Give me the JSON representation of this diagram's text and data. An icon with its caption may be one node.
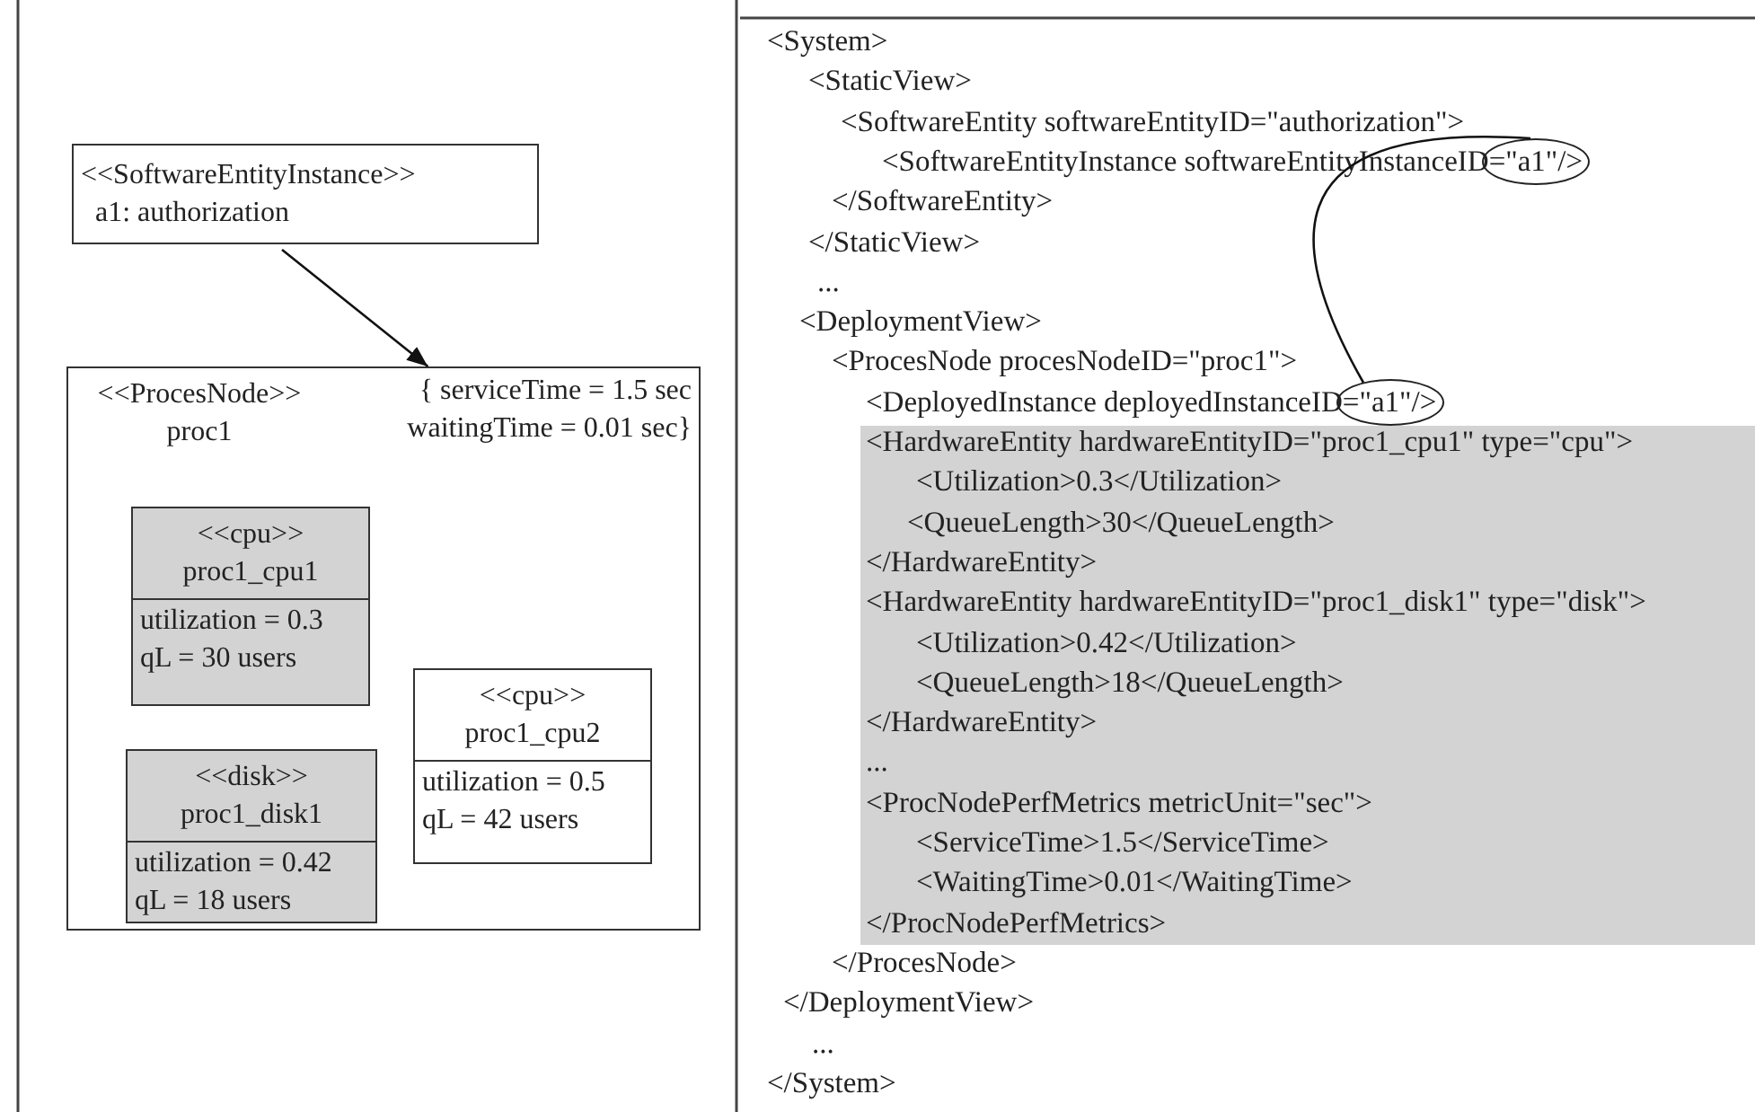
{
  "diagram": {
    "nodes": [
      {
        "text": [
          "<<SoftwareEntityInstance>>",
          "a1: authorization"
        ]
      },
      {
        "text": [
          "<<ProcesNode>> proc1",
          "{ serviceTime = 1.5 sec waitingTime = 0.01 sec}"
        ]
      },
      {
        "text": [
          "<<cpu>> proc1_cpu1",
          "utilization = 0.3 qL = 30 users"
        ],
        "in": 1
      },
      {
        "text": [
          "<<cpu>> proc1_cpu2",
          "utilization = 0.5 qL = 42 users"
        ],
        "in": 1
      },
      {
        "text": [
          "<<disk>> proc1_disk1",
          "utilization = 0.42 qL = 18 users"
        ],
        "in": 1
      },
      {
        "text": [],
        "shape": "ellipse"
      },
      {
        "text": [],
        "shape": "ellipse"
      }
    ],
    "edges": [
      {
        "from": 0,
        "to": 1,
        "arrow": "to"
      },
      {
        "from": 5,
        "to": 6,
        "arrow": "none"
      }
    ],
    "labels": [
      "<System>",
      "<StaticView>",
      "<SoftwareEntity softwareEntityID=\"authorization\">",
      "<SoftwareEntityInstance softwareEntityInstanceID=\"a1\"/>",
      "</SoftwareEntity>",
      "</StaticView>",
      "...",
      "<DeploymentView>",
      "<ProcesNode procesNodeID=\"proc1\">",
      "<DeployedInstance deployedInstanceID=\"a1\"/>",
      "<HardwareEntity hardwareEntityID=\"proc1_cpu1\" type=\"cpu\">",
      "<Utilization>0.3</Utilization>",
      "<QueueLength>30</QueueLength>",
      "</HardwareEntity>",
      "<HardwareEntity hardwareEntityID=\"proc1_disk1\" type=\"disk\">",
      "<Utilization>0.42</Utilization>",
      "<QueueLength>18</QueueLength>",
      "</HardwareEntity>",
      "...",
      "<ProcNodePerfMetrics metricUnit=\"sec\">",
      "<ServiceTime>1.5</ServiceTime>",
      "<WaitingTime>0.01</WaitingTime>",
      "</ProcNodePerfMetrics>",
      "</ProcesNode>",
      "</DeploymentView>",
      "...",
      "</System>"
    ]
  }
}
